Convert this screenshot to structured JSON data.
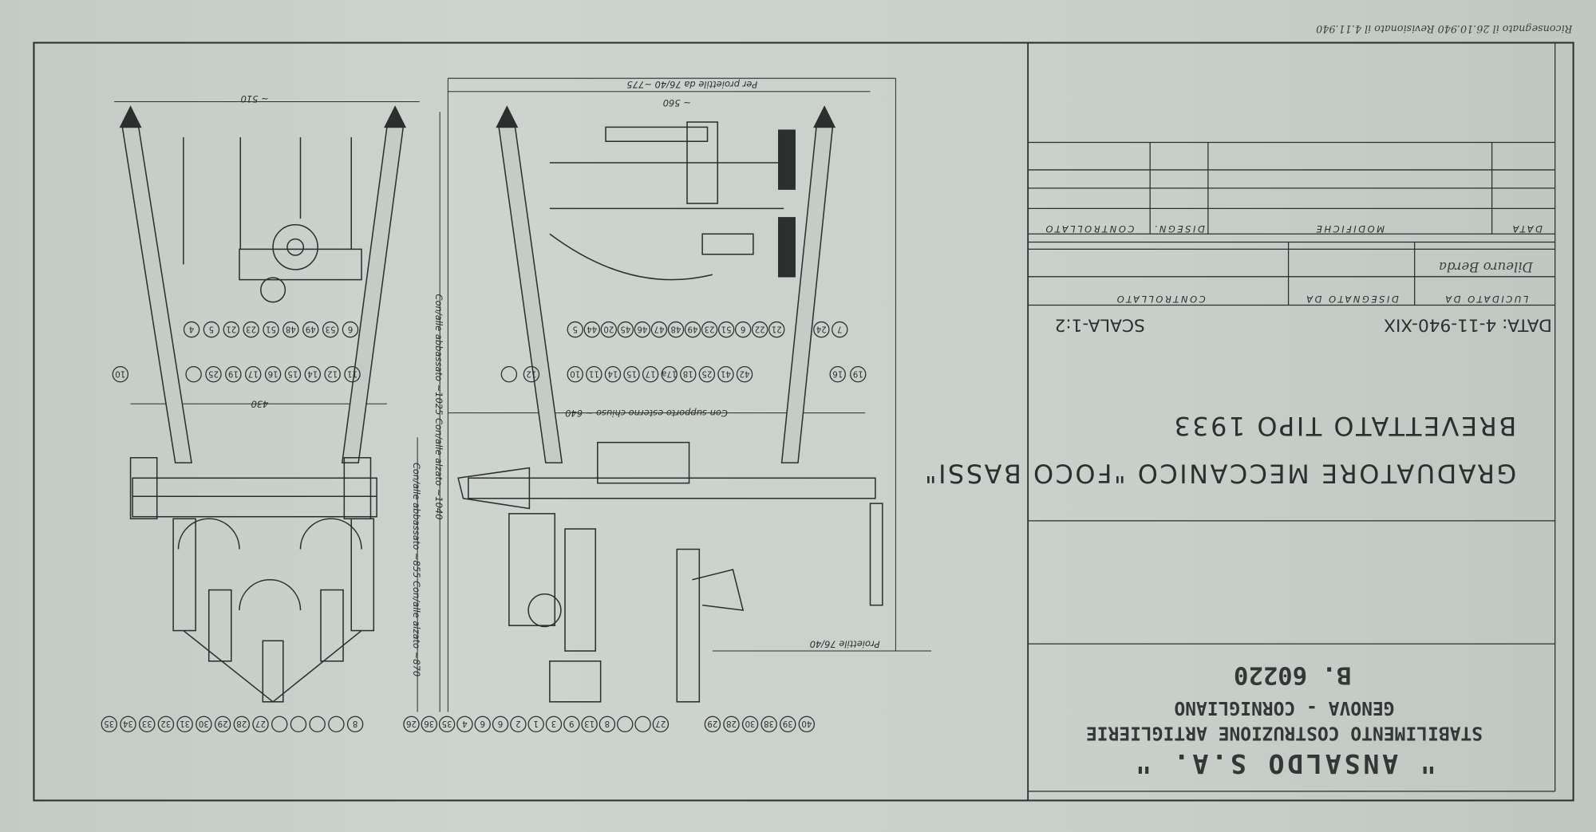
{
  "title_block": {
    "company": "\" ANSALDO S.A. \"",
    "establishment": "STABILIMENTO COSTRUZIONE ARTIGLIERIE",
    "location": "GENOVA - CORNIGLIANO",
    "drawing_number": "B. 60220",
    "title_line1": "GRADUATORE MECCANICO \"FOCO BASSI\"",
    "title_line2": "BREVETTATO TIPO 1933",
    "date": "DATA: 4-11-940-XIX",
    "scale": "SCALA-1:2",
    "lucidato_da": "LUCIDATO DA",
    "disegnato_da": "DISEGNATO DA",
    "controllato": "CONTROLLATO",
    "signature": "Dileuro Berda",
    "revisions_headers": {
      "data": "DATA",
      "modifiche": "MODIFICHE",
      "disegn": "DISEGN.",
      "controllato": "CONTROLLATO"
    }
  },
  "handwritten_note": "Riconsegnato il 26.10.940 Revisionato il 4.11.940",
  "dimensions": {
    "left_width": "~ 510",
    "right_width": "~ 560",
    "projectile": "Per proiettile da 76/40 ~775",
    "left_lower": "430",
    "right_lower": "Con supporto esterno chiuso ~ 640",
    "height_a": "Con/alle abbassato ~1025  Con/alle alzato ~1040",
    "height_b": "Con/alle abbassato ~855  Con/alle alzato ~870",
    "projectile_label": "Proiettile 76/40"
  },
  "balloons": {
    "row_a_left": [
      "4",
      "5",
      "21",
      "23",
      "51",
      "48",
      "49",
      "53",
      "6"
    ],
    "row_a_right": [
      "5",
      "44",
      "20",
      "45",
      "46",
      "47",
      "48",
      "49",
      "23",
      "51",
      "6",
      "22",
      "21"
    ],
    "row_a_right2": [
      "24",
      "7"
    ],
    "row_b_left1": [
      "10"
    ],
    "row_b_left": [
      "",
      "25",
      "19",
      "17",
      "16",
      "15",
      "14",
      "12",
      "11"
    ],
    "row_b_right": [
      "",
      "12"
    ],
    "row_b_right2": [
      "10",
      "11",
      "14",
      "15",
      "17",
      "17a",
      "18",
      "25",
      "41",
      "42"
    ],
    "row_b_right3": [
      "16",
      "19"
    ],
    "row_c_left": [
      "35",
      "34",
      "33",
      "32",
      "31",
      "30",
      "29",
      "28",
      "27",
      "",
      "",
      "",
      "",
      "8"
    ],
    "row_c_right": [
      "26",
      "36",
      "35",
      "4",
      "6",
      "6",
      "2",
      "1",
      "3",
      "9",
      "13",
      "8",
      "",
      "",
      "27"
    ],
    "row_c_right2": [
      "29",
      "28",
      "30",
      "38",
      "39",
      "40"
    ]
  },
  "colors": {
    "paper": "#c9d0cb",
    "ink": "#2b2f2e"
  }
}
